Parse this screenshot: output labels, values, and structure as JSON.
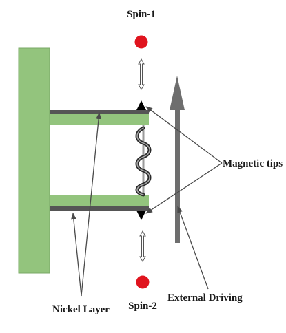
{
  "labels": {
    "spin_top": "Spin-1",
    "spin_bottom": "Spin-2",
    "magnetic_tips": "Magnetic tips",
    "nickel_layer": "Nickel Layer",
    "external_driving": "External Driving"
  },
  "colors": {
    "structure_green": "#93c47d",
    "structure_green_edge": "#7aa866",
    "nickel_dark": "#555555",
    "spin_red": "#e0141e",
    "tip_black": "#000000",
    "arrow_gray": "#6e6e6e",
    "pointer_gray": "#4a4a4a"
  },
  "icons": {
    "spin": "red-circle",
    "tip": "black-triangle",
    "coupling": "double-headed-arrow",
    "spring": "coil-spring"
  }
}
